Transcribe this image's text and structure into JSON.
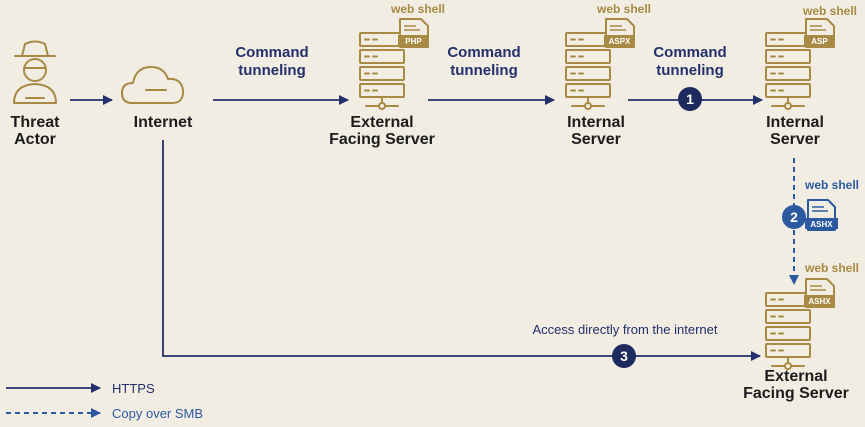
{
  "colors": {
    "background": "#f1ede3",
    "icon_gold": "#a88a45",
    "https_arrow": "#23306b",
    "smb_arrow": "#2c5aa0",
    "step_badge_dark": "#1c2a5e",
    "step_badge_blue": "#2c5aa0"
  },
  "nodes": {
    "threat_actor": {
      "label_line1": "Threat",
      "label_line2": "Actor",
      "icon": "hacker-icon"
    },
    "internet": {
      "label": "Internet",
      "icon": "cloud-icon"
    },
    "external_server_1": {
      "label_line1": "External",
      "label_line2": "Facing Server",
      "icon": "server-icon",
      "webshell_label": "web shell",
      "webshell_type": "PHP"
    },
    "internal_server_1": {
      "label_line1": "Internal",
      "label_line2": "Server",
      "icon": "server-icon",
      "webshell_label": "web shell",
      "webshell_type": "ASPX"
    },
    "internal_server_2": {
      "label_line1": "Internal",
      "label_line2": "Server",
      "icon": "server-icon",
      "webshell_label": "web shell",
      "webshell_type": "ASP"
    },
    "smb_shell": {
      "webshell_label": "web shell",
      "webshell_type": "ASHX",
      "icon": "document-icon"
    },
    "external_server_2": {
      "label_line1": "External",
      "label_line2": "Facing Server",
      "icon": "server-icon",
      "webshell_label": "web shell",
      "webshell_type": "ASHX"
    }
  },
  "edges": {
    "tunnel_1": {
      "line1": "Command",
      "line2": "tunneling"
    },
    "tunnel_2": {
      "line1": "Command",
      "line2": "tunneling"
    },
    "tunnel_3": {
      "line1": "Command",
      "line2": "tunneling"
    },
    "direct_access": {
      "label": "Access directly from the internet"
    }
  },
  "steps": [
    "1",
    "2",
    "3"
  ],
  "legend": {
    "https": "HTTPS",
    "smb": "Copy over SMB"
  }
}
